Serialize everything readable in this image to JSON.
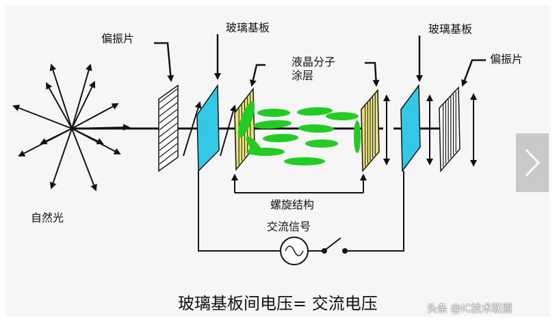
{
  "labels": {
    "polarizer_left": "偏振片",
    "glass_left": "玻璃基板",
    "lc_molecule_line1": "液晶分子",
    "lc_molecule_line2": "涂层",
    "glass_right": "玻璃基板",
    "polarizer_right": "偏振片",
    "natural_light": "自然光",
    "helix_structure": "螺旋结构",
    "ac_signal": "交流信号",
    "caption": "玻璃基板间电压= 交流电压"
  },
  "watermark": "头条 @IC技术联盟",
  "colors": {
    "glass": "#33c9e6",
    "coating": "#e8e27a",
    "lc_molecule": "#22cc22",
    "line": "#111111",
    "nav_button": "#c9c9c9"
  },
  "icons": {
    "next": "chevron-right-icon",
    "ac_source": "ac-source-icon",
    "switch": "switch-icon"
  }
}
